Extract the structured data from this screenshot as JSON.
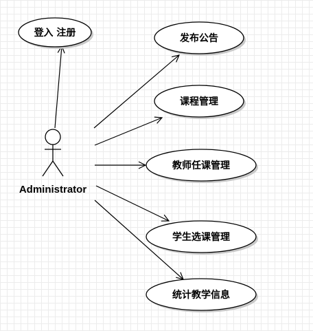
{
  "diagram": {
    "actor": {
      "name": "Administrator",
      "icon": "stick-figure-actor-icon"
    },
    "use_cases": [
      {
        "id": "login",
        "label": "登入 注册"
      },
      {
        "id": "announce",
        "label": "发布公告"
      },
      {
        "id": "course",
        "label": "课程管理"
      },
      {
        "id": "teacher",
        "label": "教师任课管理"
      },
      {
        "id": "student",
        "label": "学生选课管理"
      },
      {
        "id": "stats",
        "label": "统计教学信息"
      }
    ],
    "colors": {
      "stroke": "#000000",
      "fill": "#ffffff",
      "shadow": "#c8c8c8",
      "grid": "#ececec"
    }
  }
}
